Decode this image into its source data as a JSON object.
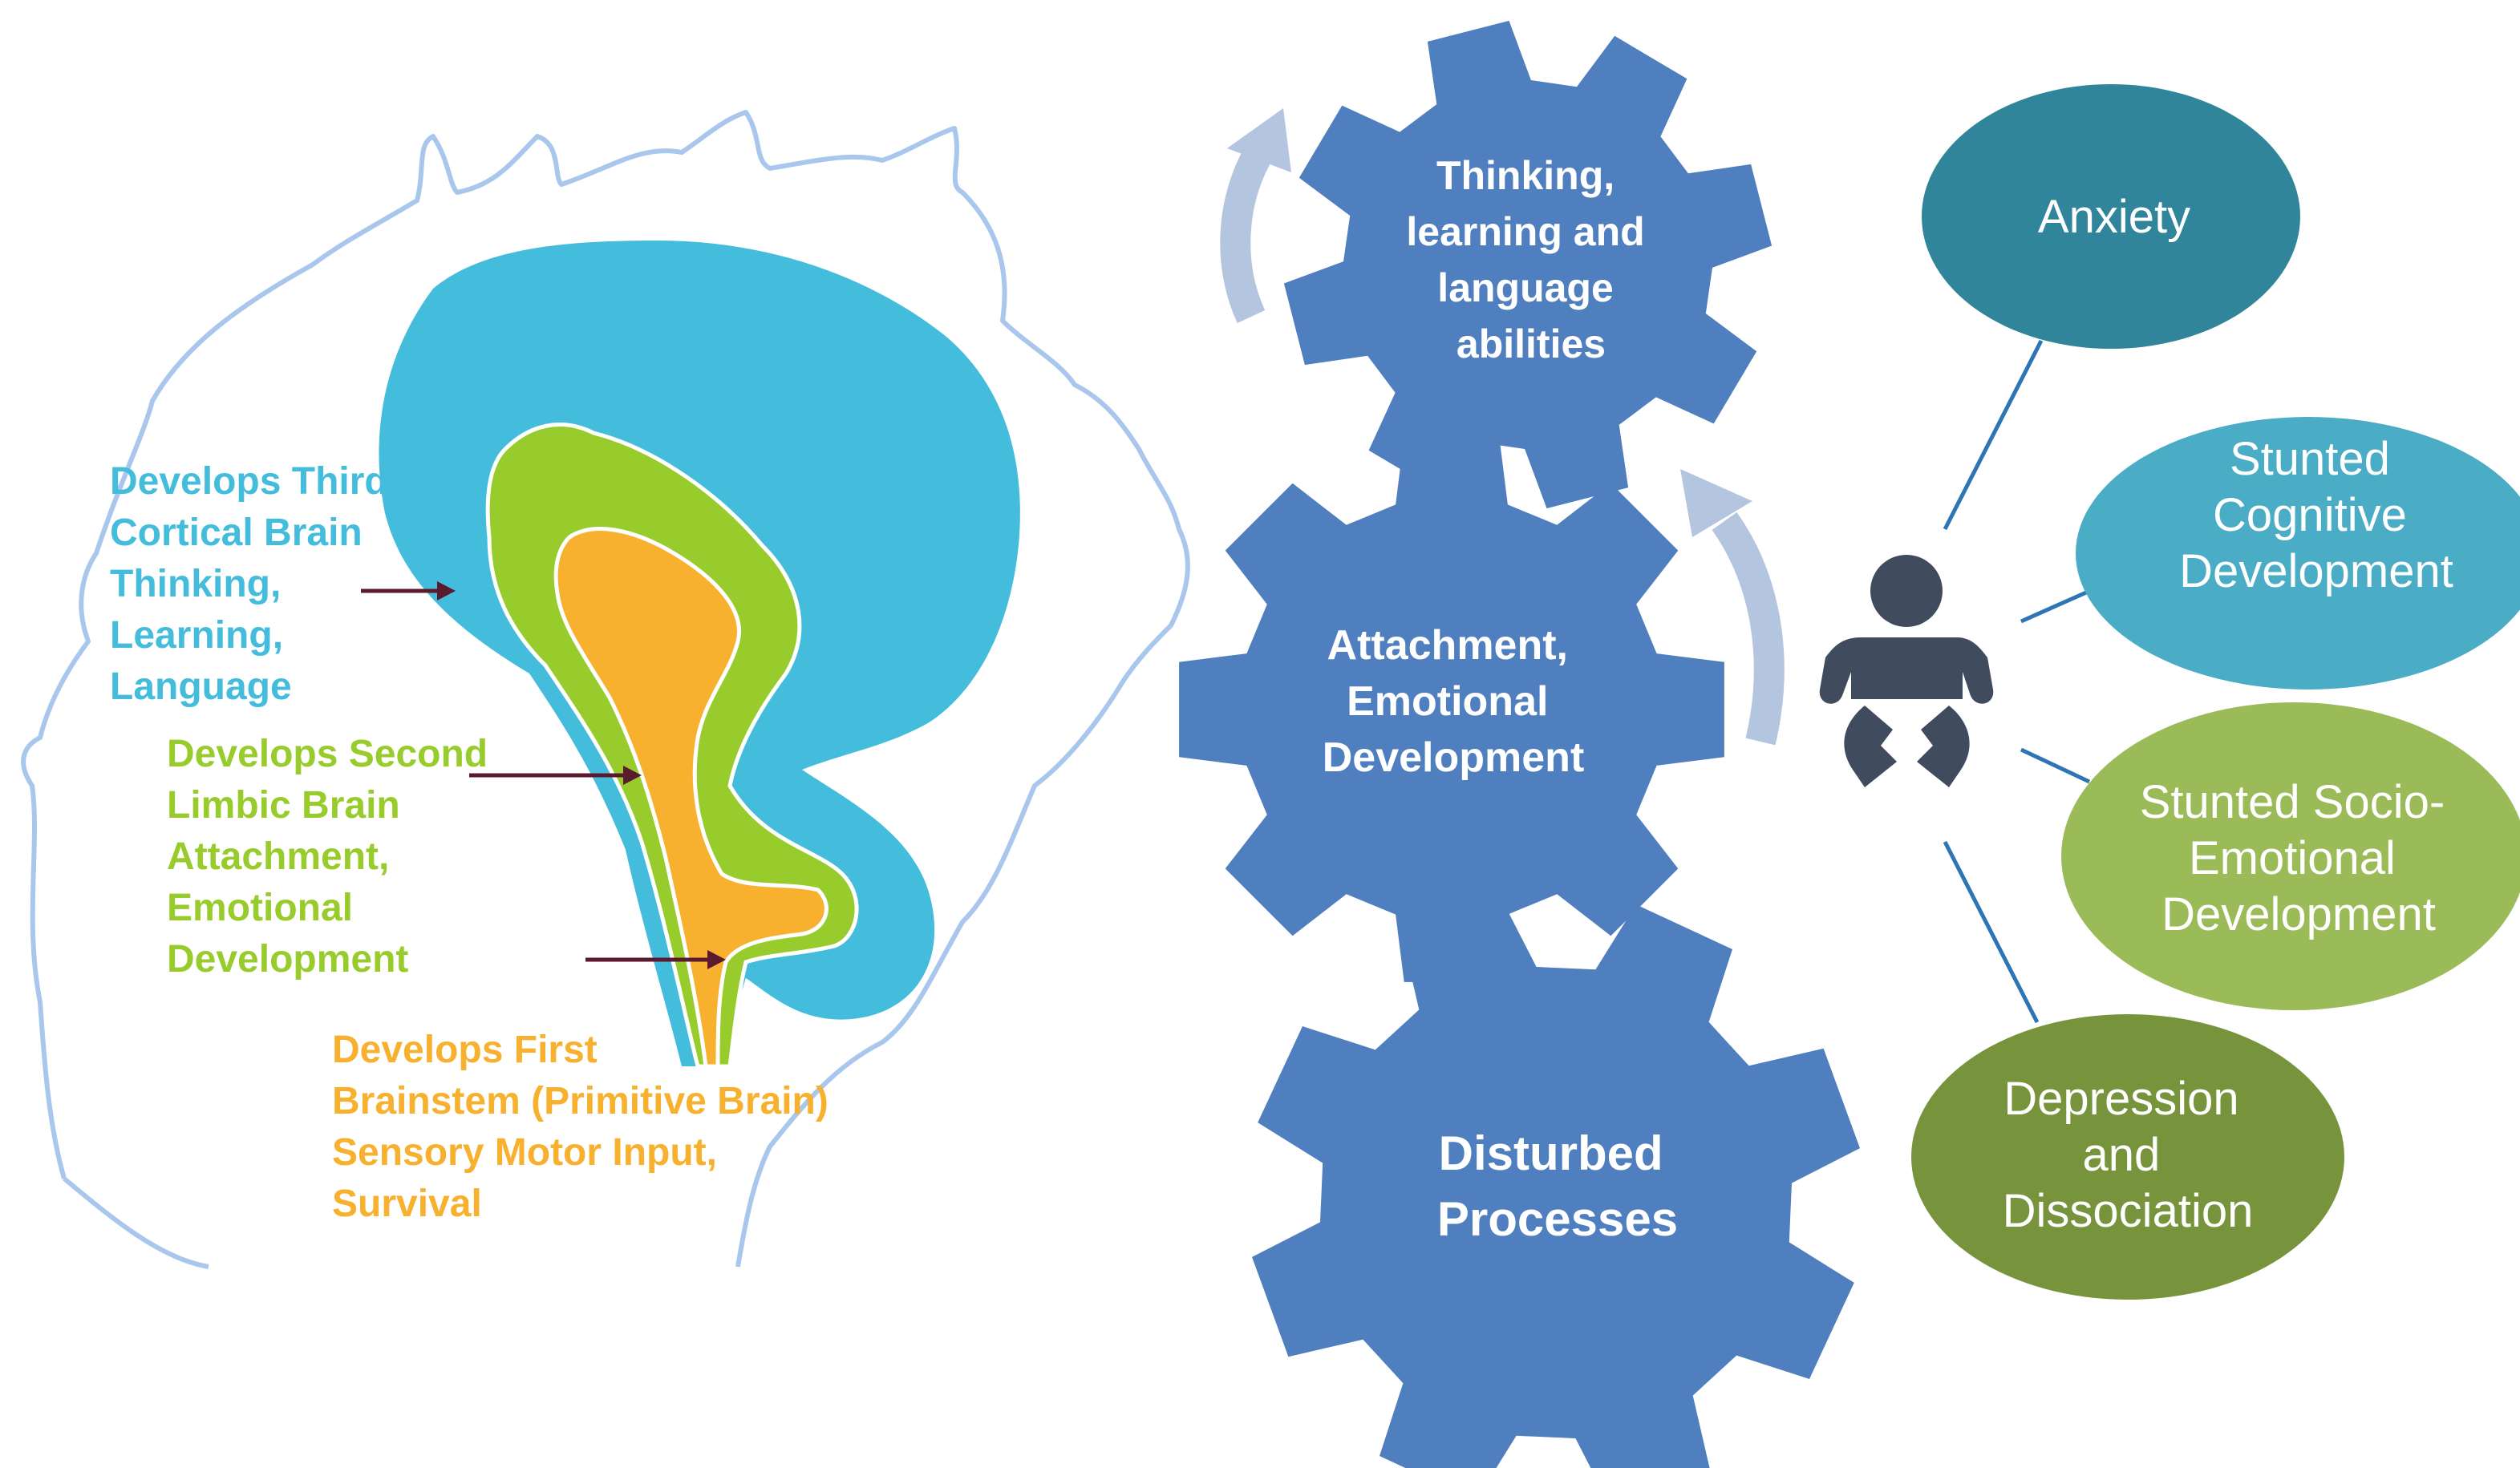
{
  "brain": {
    "cortical_lines": [
      "Develops Third",
      "Cortical Brain",
      "Thinking,",
      "Learning,",
      "Language"
    ],
    "limbic_lines": [
      "Develops Second",
      "Limbic Brain",
      "Attachment,",
      "Emotional",
      "Development"
    ],
    "brainstem_lines": [
      "Develops First",
      "Brainstem (Primitive Brain)",
      "Sensory Motor Input,",
      "Survival"
    ],
    "colors": {
      "cortical": "#44BCDB",
      "limbic": "#97CC2C",
      "brainstem": "#F8B02F",
      "arrow": "#5C1A2E",
      "head_outline": "#A9C6EC"
    }
  },
  "gears": {
    "top_lines": [
      "Thinking,",
      "learning and",
      "language",
      "abilities"
    ],
    "middle_lines": [
      "Attachment,",
      "Emotional",
      "Development"
    ],
    "bottom_lines": [
      "Disturbed",
      "Processes"
    ],
    "colors": {
      "gear": "#4F7FBE",
      "curved_arrow": "#B4C5E0",
      "text": "#ffffff"
    }
  },
  "outcomes": {
    "anxiety_lines": [
      "Anxiety"
    ],
    "cognitive_lines": [
      "Stunted",
      "Cognitive",
      "Development"
    ],
    "socio_lines": [
      "Stunted Socio-",
      "Emotional",
      "Development"
    ],
    "depression_lines": [
      "Depression",
      "and",
      "Dissociation"
    ],
    "colors": {
      "anxiety": "#31859B",
      "cognitive": "#4BACC6",
      "socio": "#9BBB59",
      "depression": "#77933C",
      "connector": "#2E75B6",
      "baby_icon": "#404B5E"
    }
  }
}
